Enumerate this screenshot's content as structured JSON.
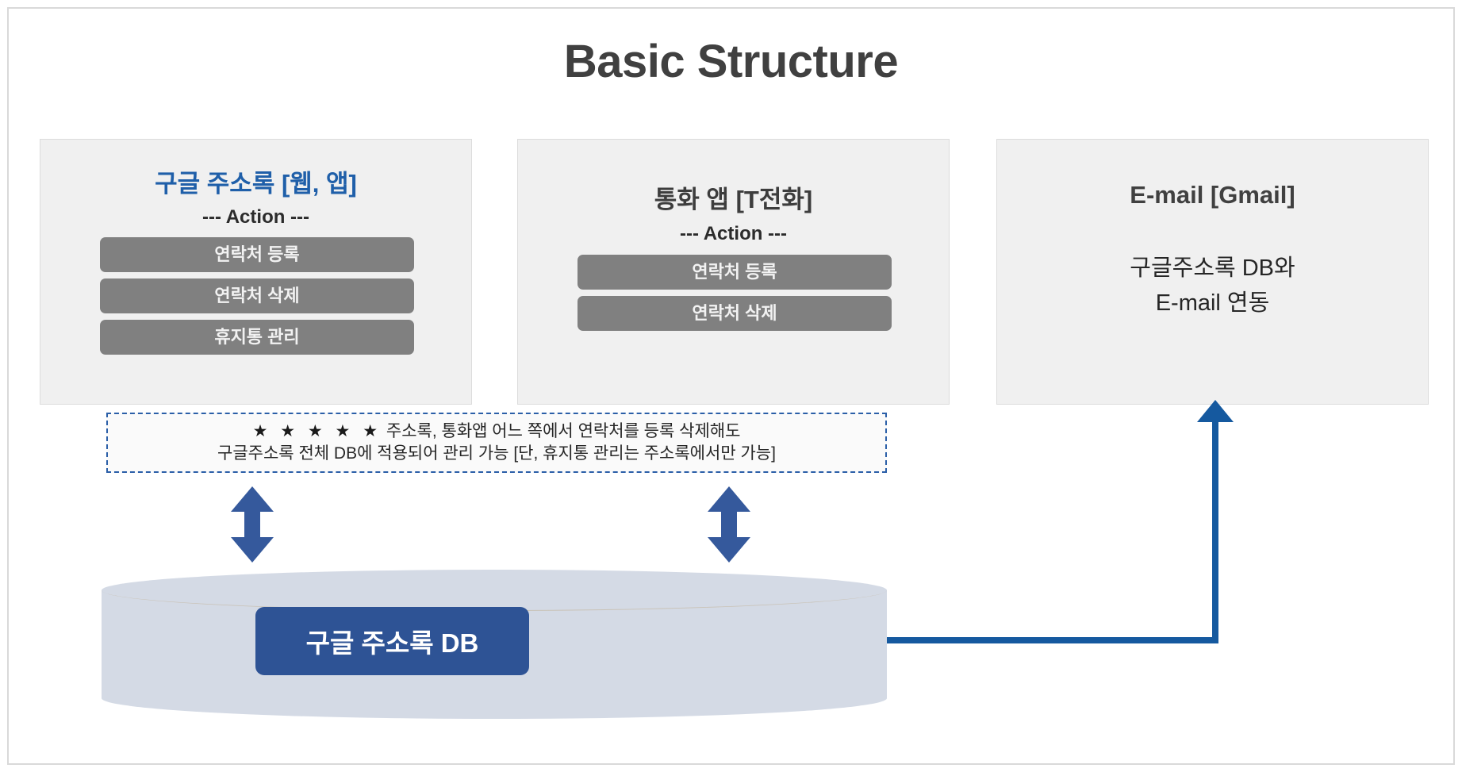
{
  "title": "Basic Structure",
  "panels": [
    {
      "id": "google-contacts",
      "header": "구글 주소록 [웹, 앱]",
      "action_label": "--- Action ---",
      "actions": [
        "연락처 등록",
        "연락처 삭제",
        "휴지통 관리"
      ],
      "header_color": "#1f5fa9"
    },
    {
      "id": "call-app",
      "header": "통화 앱 [T전화]",
      "action_label": "--- Action ---",
      "actions": [
        "연락처 등록",
        "연락처 삭제"
      ],
      "header_color": "#3d3d3d"
    },
    {
      "id": "email",
      "header": "E-mail [Gmail]",
      "body": "구글주소록 DB와\nE-mail  연동",
      "header_color": "#404040"
    }
  ],
  "note": {
    "stars": "★ ★ ★ ★ ★",
    "line1": "주소록, 통화앱 어느 쪽에서 연락처를 등록 삭제해도",
    "line2": "구글주소록 전체 DB에 적용되어 관리 가능 [단, 휴지통 관리는 주소록에서만 가능]",
    "border_color": "#2b5fa8"
  },
  "database": {
    "label": "구글 주소록 DB",
    "label_color": "#2e5395",
    "cylinder_color": "#d4dae5"
  },
  "connectors": {
    "double_arrow_color": "#35599c",
    "elbow_color": "#15599f",
    "left_arrow_name": "双-arrow-contacts-to-db",
    "right_arrow_name": "double-arrow-callapp-to-db"
  }
}
